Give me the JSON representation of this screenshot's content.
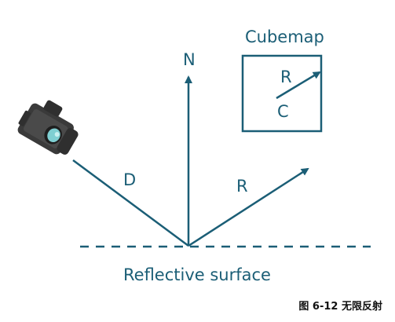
{
  "colors": {
    "primary": "#1b5e76",
    "lens": "#7fcfd2",
    "camera_dark": "#3a3a3a",
    "caption": "#111111"
  },
  "labels": {
    "cubemap": "Cubemap",
    "normal": "N",
    "incident": "D",
    "reflected": "R",
    "cube_reflected": "R",
    "cube_center": "C",
    "surface": "Reflective surface"
  },
  "icons": {
    "camera": "camera-icon"
  },
  "caption": "图 6-12 无限反射"
}
